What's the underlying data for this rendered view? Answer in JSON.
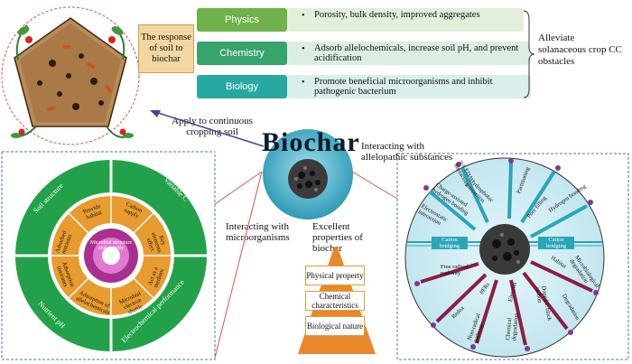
{
  "response": {
    "label": "The response of soil to biochar",
    "categories": [
      {
        "name": "Physics",
        "text": "Porosity, bulk density, improved aggregates",
        "color": "#6fb24a",
        "bg": "#e3eedb"
      },
      {
        "name": "Chemistry",
        "text": "Adsorb allelochemicals, increase soil pH, and prevent acidification",
        "color": "#37a36d",
        "bg": "#dceee4"
      },
      {
        "name": "Biology",
        "text": "Promote beneficial microorganisms and inhibit pathogenic bacterium",
        "color": "#27a8a0",
        "bg": "#d9eeed"
      }
    ],
    "outcome": "Alleviate solanaceous crop CC obstacles"
  },
  "center": {
    "title": "Biochar",
    "left_link": "Apply to continuous cropping soil",
    "right_link": "Interacting with allelopathic substances",
    "down_left_link": "Interacting with microorganisms",
    "down_right_link": "Excellent properties of biochar"
  },
  "properties": [
    "Physical property",
    "Chemical characteristics",
    "Biological nature"
  ],
  "left_circle": {
    "outer": [
      "Nutrient pH",
      "Soil structure",
      "Electrochemical performance",
      "Variable C"
    ],
    "middle": [
      "Provide habitat",
      "Carbon supply",
      "Key elements effect",
      "Act as a medium",
      "Microbial electron shuttle",
      "Adsorption of allelochemicals",
      "Adsorbed nutrients",
      "Adsorption toxicants"
    ],
    "core": "Microbial structure and activity"
  },
  "right_circle": {
    "labels": [
      "π-π EDA interaction",
      "Hydrophobic interaction",
      "Charge-assisted hydrogen bonding",
      "Electrostatic interaction",
      "Partitioning",
      "Pore filling",
      "Hydrogen bonding",
      "Cation bridging",
      "Cation bridging",
      "Free radical pathway",
      "PFRs",
      "Electron",
      "Habitat",
      "Microbiological degradation",
      "Redox",
      "Non-radical pathway",
      "Chemical degradation",
      "Doped C black carbon",
      "Degradation"
    ]
  },
  "colors": {
    "green": "#23a14a",
    "orange": "#e89b2e",
    "teal": "#2aa6b8",
    "dashed_red": "#d9534f",
    "dashed_blue": "#5a6fb5"
  }
}
